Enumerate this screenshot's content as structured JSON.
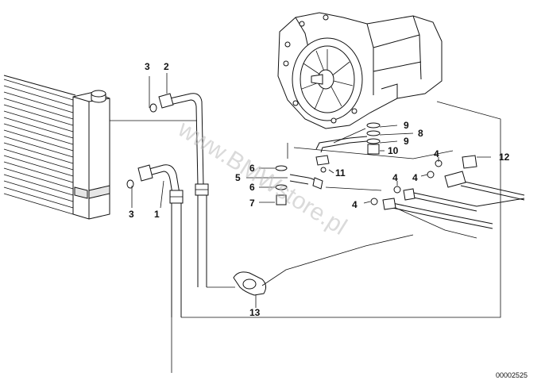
{
  "callouts": [
    "1",
    "2",
    "3",
    "3",
    "4",
    "4",
    "4",
    "4",
    "5",
    "6",
    "6",
    "7",
    "8",
    "9",
    "9",
    "10",
    "11",
    "12",
    "13"
  ],
  "watermark": "www.BMWstore.pl",
  "doc_number": "00002525"
}
